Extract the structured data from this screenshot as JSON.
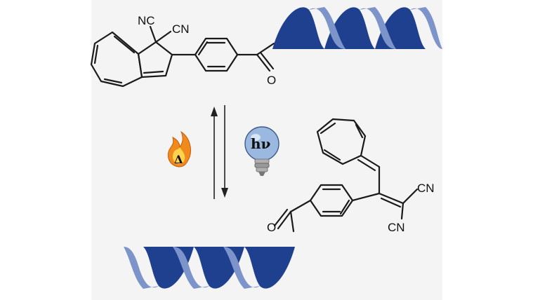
{
  "labels": {
    "top_nc": "NC",
    "top_cn": "CN",
    "top_oxygen": "O",
    "bottom_oxygen": "O",
    "bottom_cn_upper": "CN",
    "bottom_cn_lower": "CN",
    "light": "hν",
    "heat": "Δ"
  },
  "colors": {
    "helix_dark": "#1f3f8f",
    "helix_light": "#7c94c9",
    "bulb_fill": "#9bb8e0",
    "flame_outer": "#f08a1c",
    "flame_inner": "#ffd34d"
  },
  "icons": [
    "helix-icon",
    "lightbulb-icon",
    "flame-icon",
    "equilibrium-arrows-icon"
  ]
}
